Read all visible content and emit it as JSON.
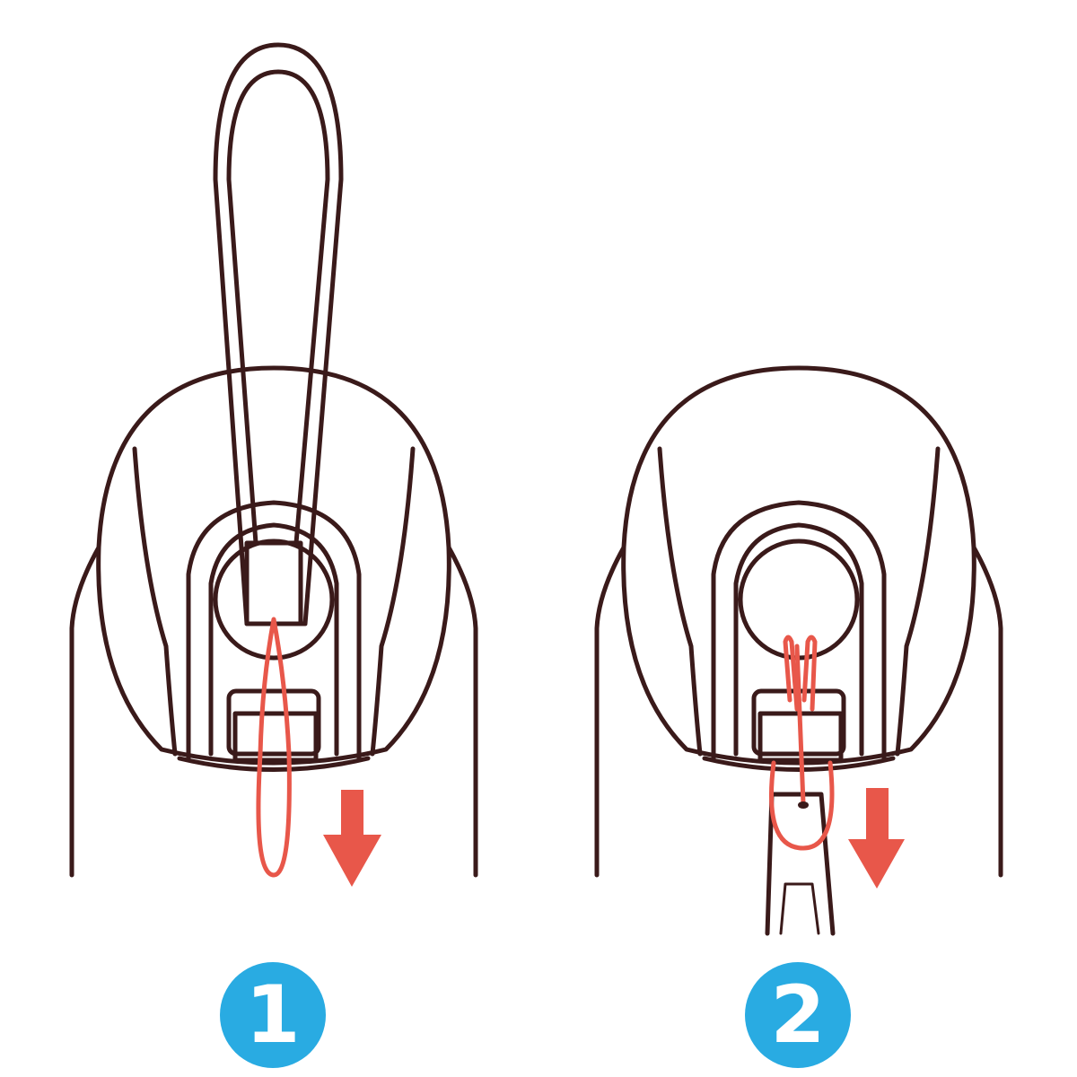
{
  "diagram": {
    "description": "Two-step instruction: threading a cord loop through a cap lug and attaching a strap",
    "colors": {
      "outline": "#3a1a1a",
      "cord": "#e8574a",
      "arrow": "#e8574a",
      "badge": "#29abe2",
      "badge_text": "#ffffff",
      "background": "#ffffff"
    },
    "steps": [
      {
        "number": "1",
        "arrow_direction": "down"
      },
      {
        "number": "2",
        "arrow_direction": "down"
      }
    ]
  }
}
